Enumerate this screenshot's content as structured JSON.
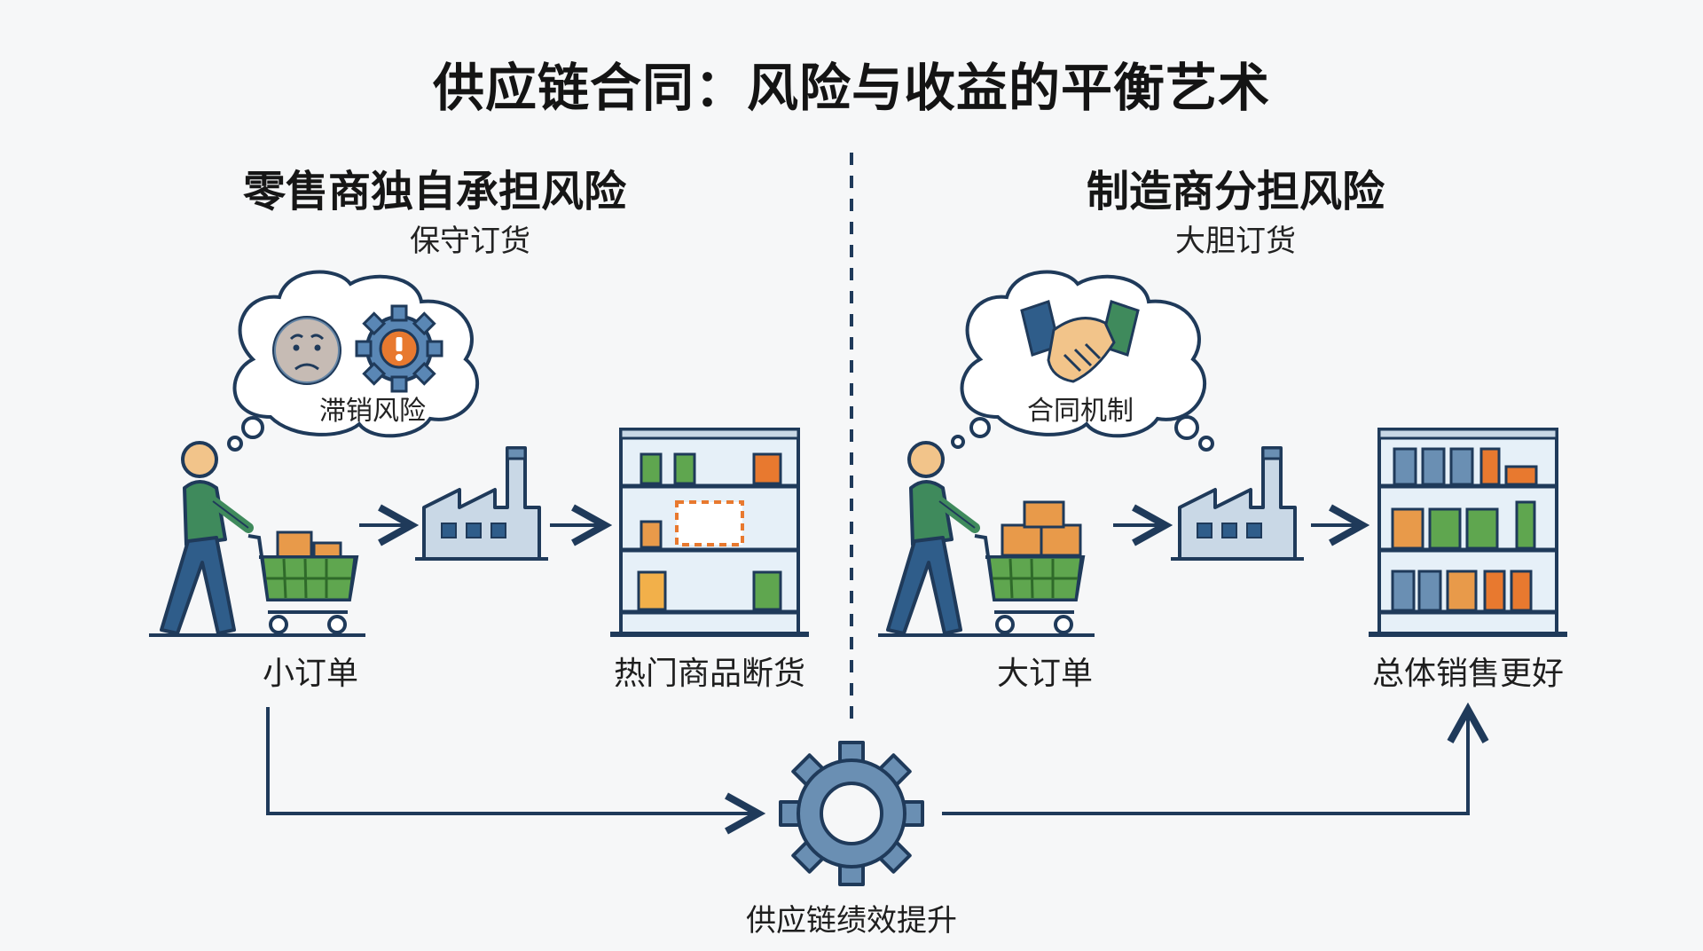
{
  "title": "供应链合同：风险与收益的平衡艺术",
  "left": {
    "heading": "零售商独自承担风险",
    "subheading": "保守订货",
    "thought_label": "滞销风险",
    "order_label": "小订单",
    "shelf_label": "热门商品断货",
    "icons": [
      "worried-face-icon",
      "warning-gear-icon",
      "shopper-icon",
      "shopping-cart-icon",
      "factory-icon",
      "store-shelf-icon"
    ]
  },
  "right": {
    "heading": "制造商分担风险",
    "subheading": "大胆订货",
    "thought_label": "合同机制",
    "order_label": "大订单",
    "shelf_label": "总体销售更好",
    "icons": [
      "handshake-icon",
      "shopper-icon",
      "shopping-cart-icon",
      "factory-icon",
      "store-shelf-icon"
    ]
  },
  "bottom": {
    "label": "供应链绩效提升",
    "icon": "gear-icon"
  },
  "colors": {
    "line": "#1f3a5a",
    "cart": "#3f8a3a",
    "box": "#e89a4a",
    "factory": "#c9d8e6",
    "shelf_bg": "#e6f0f8",
    "gear": "#6a8fb3",
    "person_shirt": "#3f8a5c",
    "person_pants": "#2f5d8a",
    "skin": "#f2c48a"
  }
}
